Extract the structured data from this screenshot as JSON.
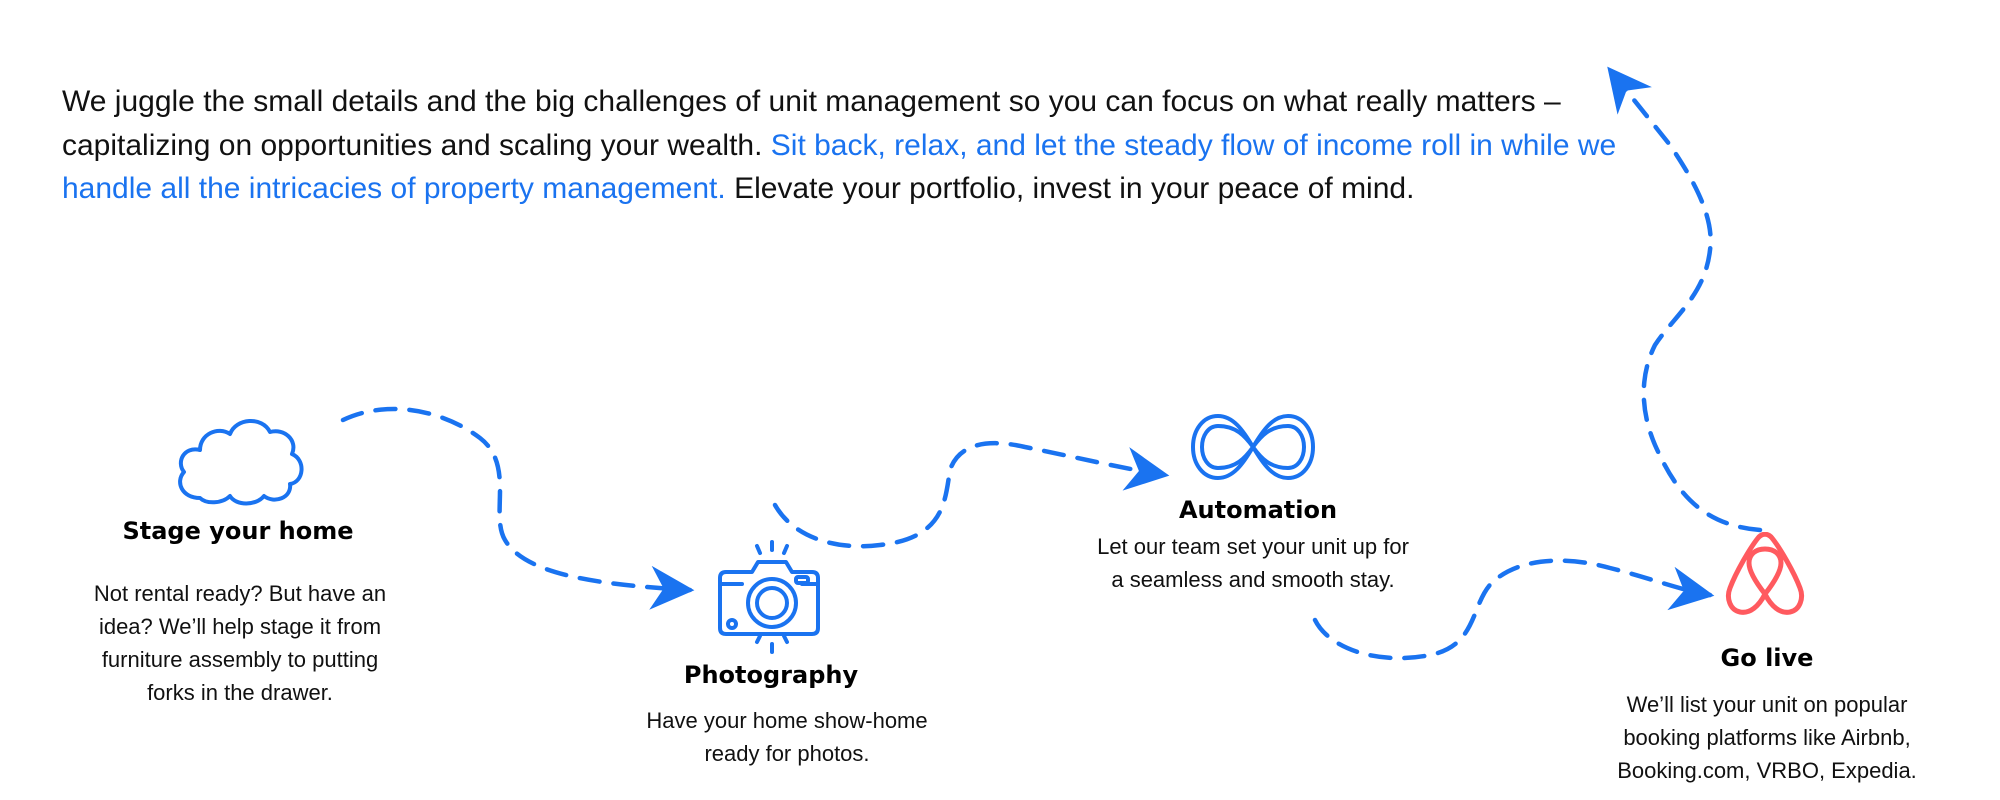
{
  "intro": {
    "text_before": "We juggle the small details and the big challenges of unit management so you can focus on what really matters – capitalizing on opportunities and scaling your wealth.",
    "highlight": "Sit back, relax, and let the steady flow of income roll in while we handle all the intricacies of property management.",
    "text_after": "Elevate your portfolio, invest in your peace of mind."
  },
  "colors": {
    "accent_blue": "#1a73f0",
    "airbnb_red": "#ff5a5f",
    "text": "#111111"
  },
  "steps": [
    {
      "title": "Stage your home",
      "description": "Not rental ready? But have an idea? We’ll help stage it from furniture assembly to putting forks in the drawer.",
      "icon": "cloud-icon"
    },
    {
      "title": "Photography",
      "description": "Have your home show-home ready for photos.",
      "icon": "camera-icon"
    },
    {
      "title": "Automation",
      "description": "Let our team set your unit up for a seamless and smooth stay.",
      "icon": "infinity-icon"
    },
    {
      "title": "Go live",
      "description": "We’ll list your unit on popular booking platforms like Airbnb, Booking.com, VRBO, Expedia.",
      "icon": "airbnb-logo-icon"
    }
  ]
}
